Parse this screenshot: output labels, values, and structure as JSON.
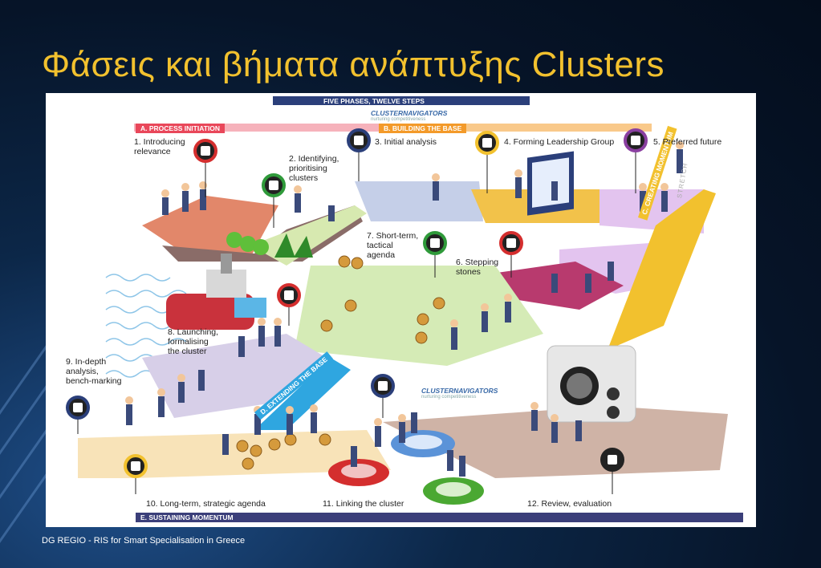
{
  "slide": {
    "title": "Φάσεις και βήματα ανάπτυξης Clusters",
    "footer": "DG REGIO - RIS for Smart Specialisation in Greece"
  },
  "figure": {
    "header": "FIVE PHASES, TWELVE STEPS",
    "brand": "CLUSTERNAVIGATORS",
    "brand_tagline": "nurturing competitiveness",
    "phases": [
      {
        "label": "A. PROCESS INITIATION",
        "color": "#e9475a"
      },
      {
        "label": "B. BUILDING THE BASE",
        "color": "#f39a2a"
      },
      {
        "label": "C. CREATING MOMENTUM",
        "color": "#f2c12e"
      },
      {
        "label": "D. EXTENDING THE BASE",
        "color": "#2fa6e0"
      },
      {
        "label": "E. SUSTAINING MOMENTUM",
        "color": "#3b3f7a"
      }
    ],
    "stretch_label": "STRETCH",
    "steps": [
      {
        "text": "1. Introducing\nrelevance",
        "icon": "running-figure-icon",
        "ring": "#d42e2e"
      },
      {
        "text": "2. Identifying,\nprioritising\nclusters",
        "icon": "signpost-icon",
        "ring": "#2f9a3a"
      },
      {
        "text": "3. Initial analysis",
        "icon": "stethoscope-icon",
        "ring": "#2b3f7a"
      },
      {
        "text": "4. Forming Leadership Group",
        "icon": "puzzle-icon",
        "ring": "#f2c12e"
      },
      {
        "text": "5. Preferred future",
        "icon": "horizon-road-icon",
        "ring": "#8a3fa0"
      },
      {
        "text": "6. Stepping\nstones",
        "icon": "stepping-stone-icon",
        "ring": "#d42e2e"
      },
      {
        "text": "7. Short-term,\ntactical\nagenda",
        "icon": "tree-icon",
        "ring": "#2f9a3a"
      },
      {
        "text": "8. Launching,\nformalising\nthe cluster",
        "icon": "ship-icon",
        "ring": "#d42e2e"
      },
      {
        "text": "9. In-depth\nanalysis,\nbench-marking",
        "icon": "microscope-icon",
        "ring": "#2b3f7a"
      },
      {
        "text": "10. Long-term, strategic agenda",
        "icon": "compass-tree-icon",
        "ring": "#f2c12e"
      },
      {
        "text": "11. Linking the cluster",
        "icon": "network-icon",
        "ring": "#2b3f7a"
      },
      {
        "text": "12. Review, evaluation",
        "icon": "compass-drawing-icon",
        "ring": "#222222"
      }
    ]
  }
}
